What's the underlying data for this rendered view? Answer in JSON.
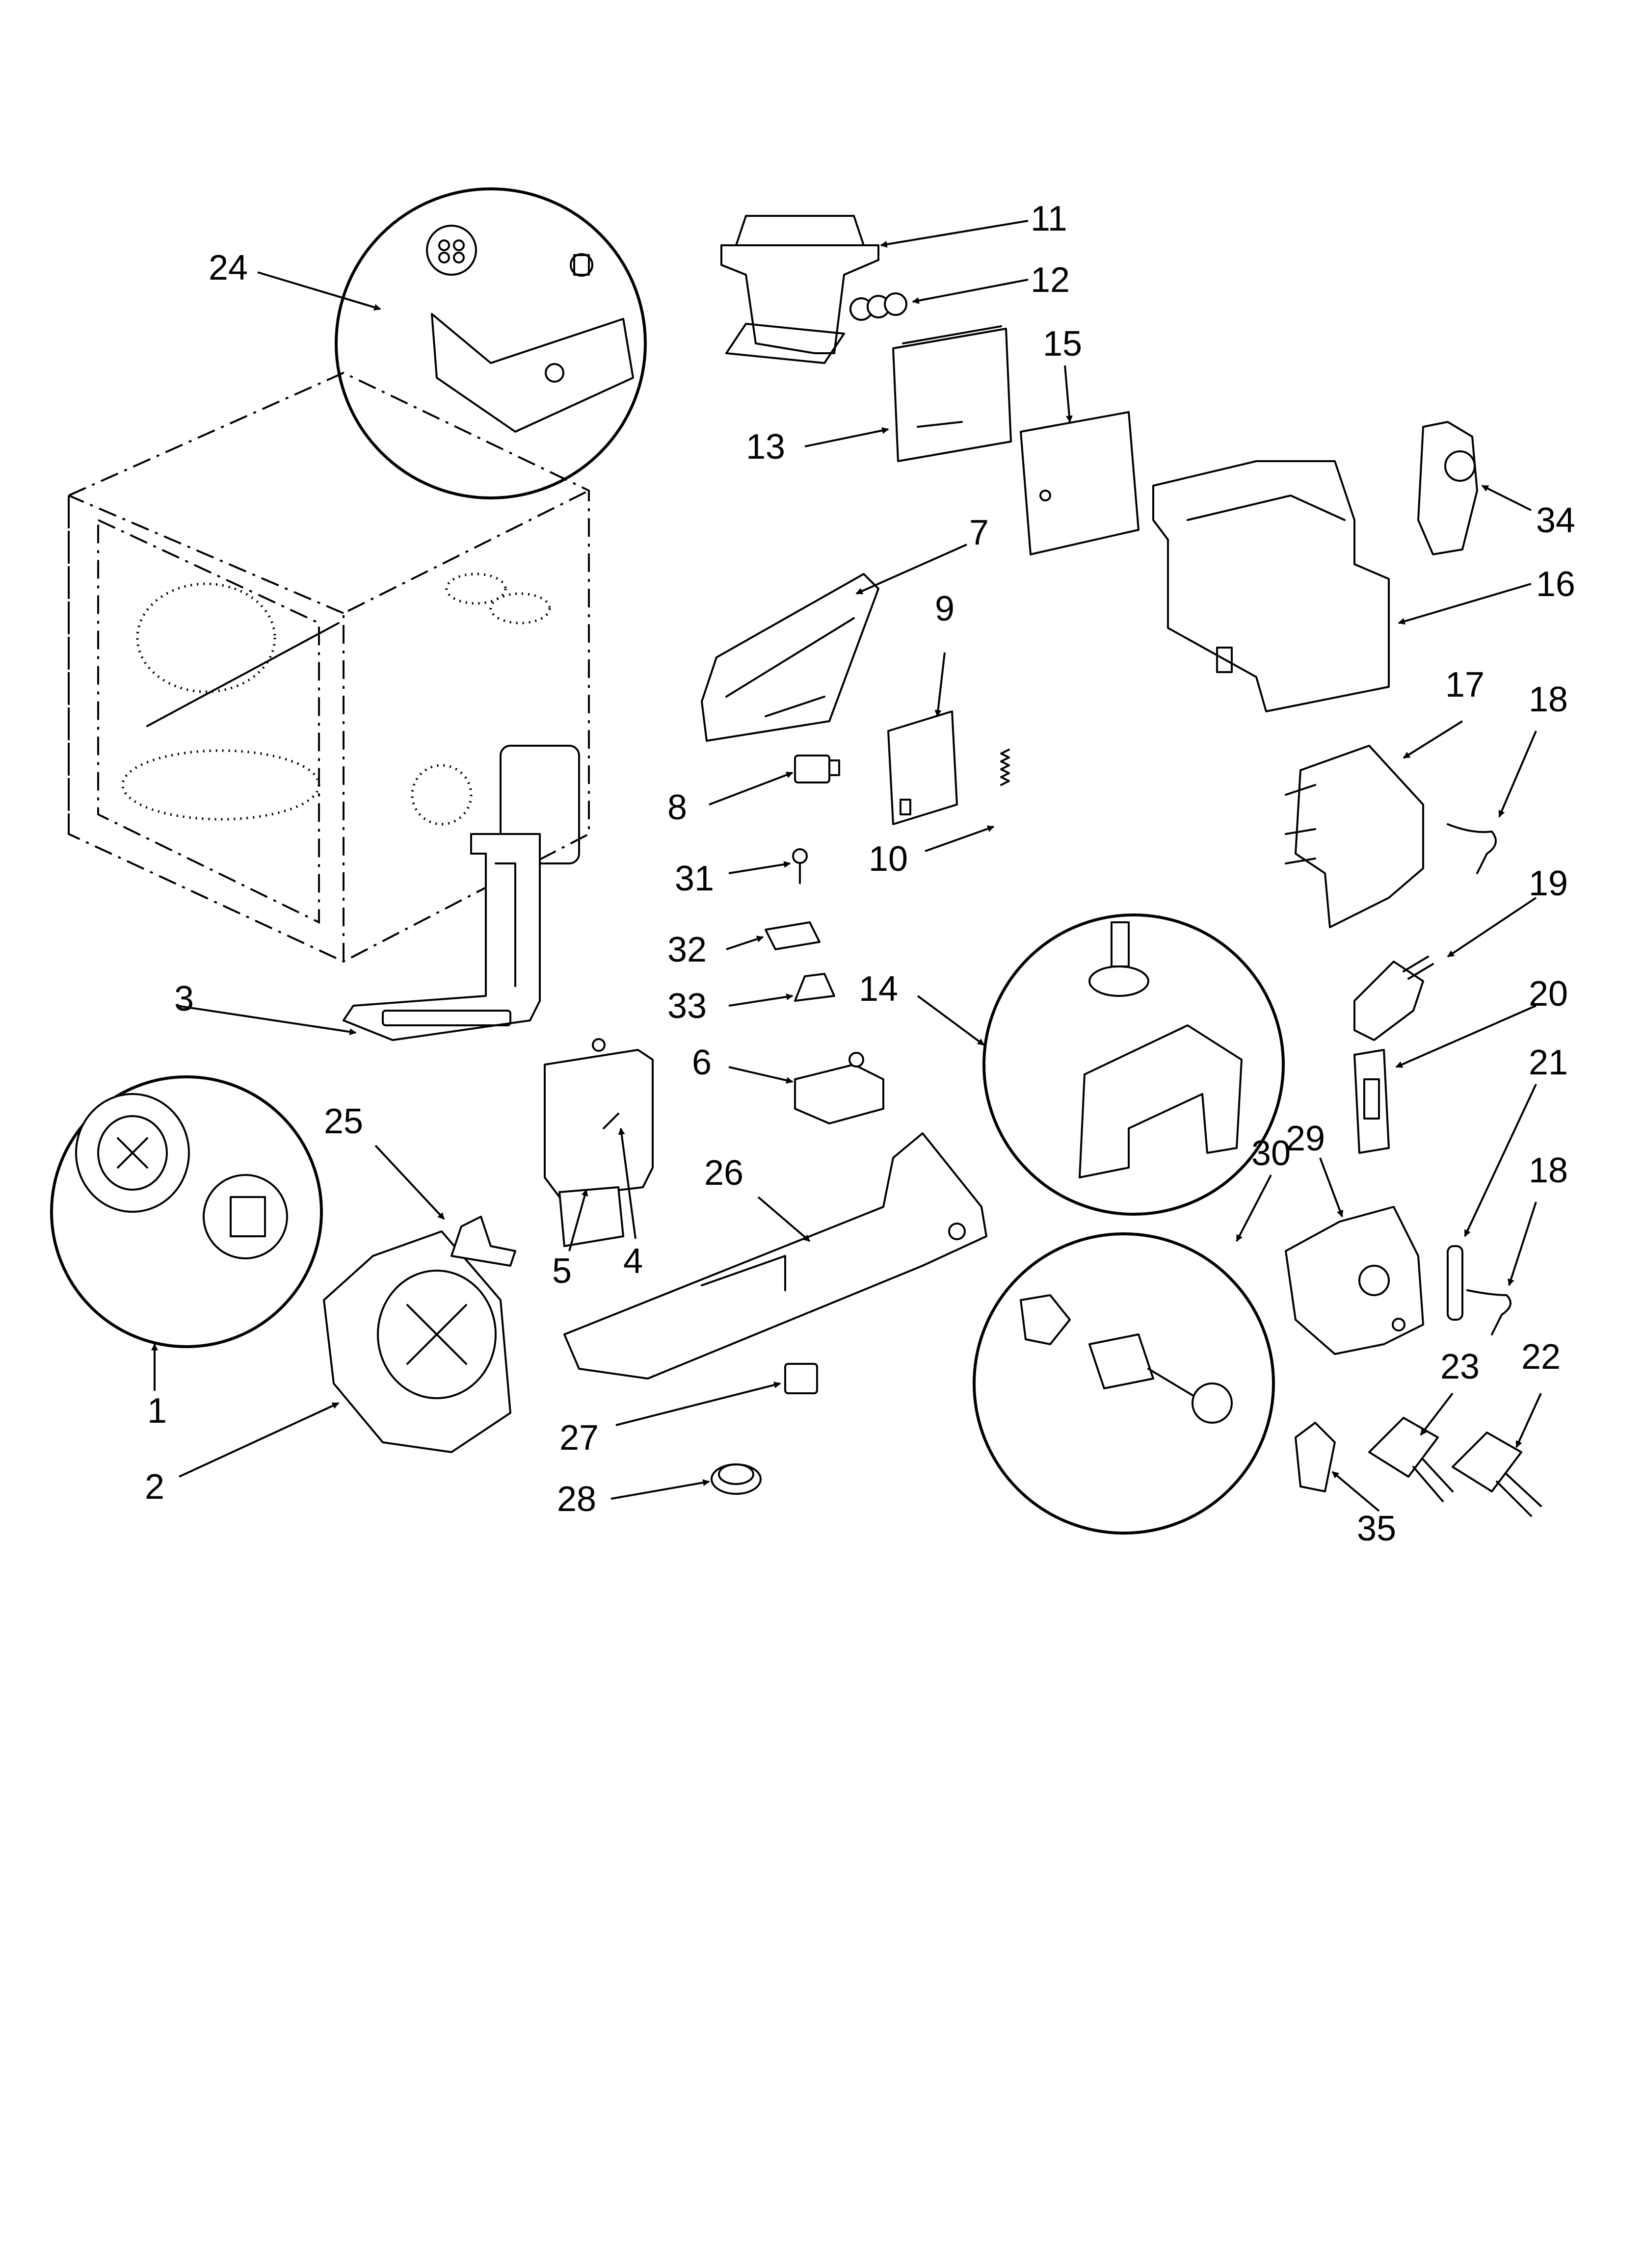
{
  "diagram": {
    "callouts": [
      {
        "id": "c1",
        "label": "1"
      },
      {
        "id": "c2",
        "label": "2"
      },
      {
        "id": "c3",
        "label": "3"
      },
      {
        "id": "c4",
        "label": "4"
      },
      {
        "id": "c5",
        "label": "5"
      },
      {
        "id": "c6",
        "label": "6"
      },
      {
        "id": "c7",
        "label": "7"
      },
      {
        "id": "c8",
        "label": "8"
      },
      {
        "id": "c9",
        "label": "9"
      },
      {
        "id": "c10",
        "label": "10"
      },
      {
        "id": "c11",
        "label": "11"
      },
      {
        "id": "c12",
        "label": "12"
      },
      {
        "id": "c13",
        "label": "13"
      },
      {
        "id": "c14",
        "label": "14"
      },
      {
        "id": "c15",
        "label": "15"
      },
      {
        "id": "c16",
        "label": "16"
      },
      {
        "id": "c17",
        "label": "17"
      },
      {
        "id": "c18a",
        "label": "18"
      },
      {
        "id": "c18b",
        "label": "18"
      },
      {
        "id": "c19",
        "label": "19"
      },
      {
        "id": "c20",
        "label": "20"
      },
      {
        "id": "c21",
        "label": "21"
      },
      {
        "id": "c22",
        "label": "22"
      },
      {
        "id": "c23",
        "label": "23"
      },
      {
        "id": "c24",
        "label": "24"
      },
      {
        "id": "c25",
        "label": "25"
      },
      {
        "id": "c26",
        "label": "26"
      },
      {
        "id": "c27",
        "label": "27"
      },
      {
        "id": "c28",
        "label": "28"
      },
      {
        "id": "c29",
        "label": "29"
      },
      {
        "id": "c30",
        "label": "30"
      },
      {
        "id": "c31",
        "label": "31"
      },
      {
        "id": "c32",
        "label": "32"
      },
      {
        "id": "c33",
        "label": "33"
      },
      {
        "id": "c34",
        "label": "34"
      },
      {
        "id": "c35",
        "label": "35"
      }
    ]
  }
}
